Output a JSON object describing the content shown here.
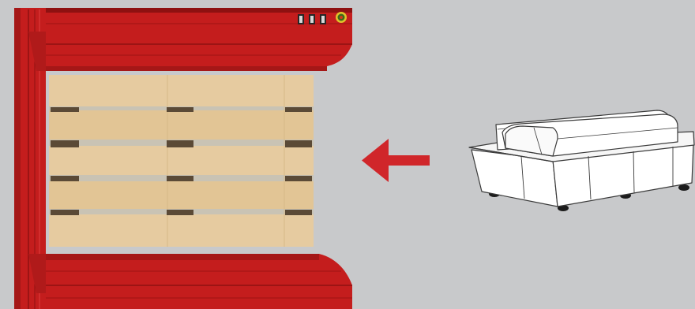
{
  "scene": {
    "background_color": "#c8c9cb",
    "machine": {
      "name": "wrapping-machine",
      "frame_color": "#c41d1d",
      "frame_shadow_color": "#8e1111",
      "control_panel": {
        "button_icons": [
          "button-icon",
          "button-icon",
          "button-icon"
        ],
        "emergency_stop_icon": "emergency-stop-icon",
        "emergency_stop_color": "#3a6b1c"
      }
    },
    "pallet": {
      "deck_color": "#e4c79a",
      "board_count": 5,
      "block_columns": 3,
      "block_color": "#5b4a36"
    },
    "arrow": {
      "icon": "arrow-left-icon",
      "direction": "left",
      "color": "#d0262a"
    },
    "load": {
      "name": "cart-with-loaf-load",
      "fill_color": "#ffffff",
      "outline_color": "#3a3a3a",
      "wheel_count": 4
    }
  }
}
